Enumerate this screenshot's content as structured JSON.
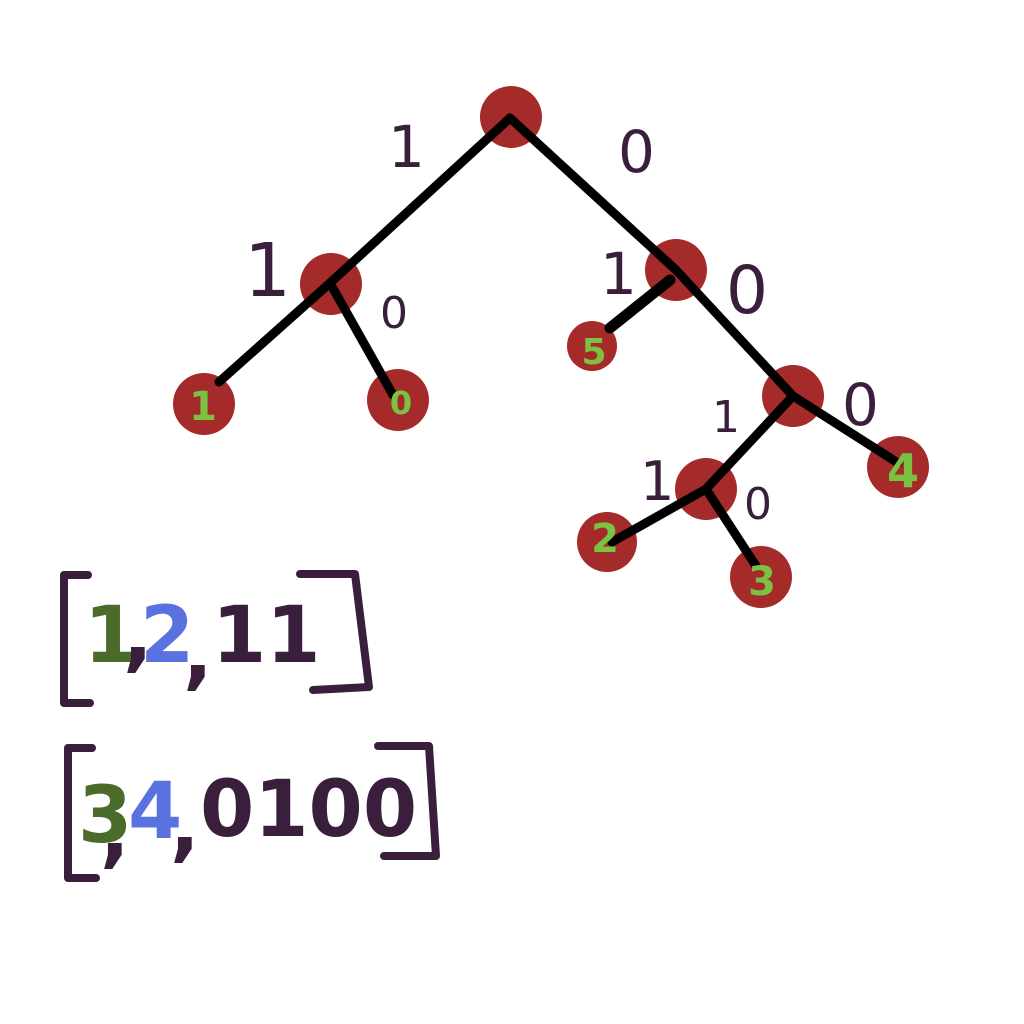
{
  "colors": {
    "background": "#ffffff",
    "node": "#a52a2a",
    "edge": "#000000",
    "edge_label": "#3a1f3d",
    "leaf_label": "#7cc242",
    "bracket": "#3a1f3d",
    "code_first": "#4a6b2a",
    "code_second": "#5a72e0",
    "code_rest": "#3a1f3d"
  },
  "tree": {
    "edge_labels": {
      "root_left": "1",
      "root_right": "0",
      "n1_left": "1",
      "n1_right": "0",
      "n2_left": "1",
      "n2_right": "0",
      "n3_left": "1",
      "n3_right": "0",
      "n4_left": "1",
      "n4_right": "0"
    },
    "leaves": {
      "leaf_a": "1",
      "leaf_b": "0",
      "leaf_c": "5",
      "leaf_d": "2",
      "leaf_e": "3",
      "leaf_f": "4"
    }
  },
  "codes": [
    {
      "first": "1",
      "sep1": ",",
      "second": "2",
      "sep2": ",",
      "bits": "11"
    },
    {
      "first": "3",
      "sep1": ",",
      "second": "4",
      "sep2": ",",
      "bits": "0100"
    }
  ]
}
